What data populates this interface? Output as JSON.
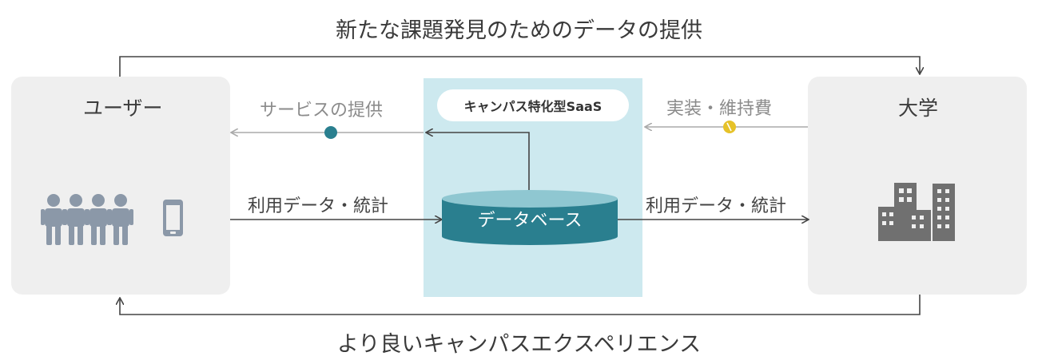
{
  "top_caption": "新たな課題発見のためのデータの提供",
  "bottom_caption": "より良いキャンパスエクスペリエンス",
  "left_panel": {
    "title": "ユーザー"
  },
  "right_panel": {
    "title": "大学"
  },
  "saas": {
    "title": "キャンパス特化型SaaS",
    "database_label": "データベース"
  },
  "edges": {
    "service_provision": "サービスの提供",
    "implementation_cost": "実装・維持費",
    "usage_data_left": "利用データ・統計",
    "usage_data_right": "利用データ・統計"
  },
  "colors": {
    "panel": "#efefef",
    "saas_bg": "#cde9ef",
    "database": "#2a7f8f",
    "service_dot": "#2a7f8f",
    "cost_dot": "#e6c229",
    "icon_gray": "#8b98a8",
    "building_gray": "#707070"
  },
  "icons": [
    "people-icon",
    "smartphone-icon",
    "building-icon",
    "coin-icon"
  ]
}
